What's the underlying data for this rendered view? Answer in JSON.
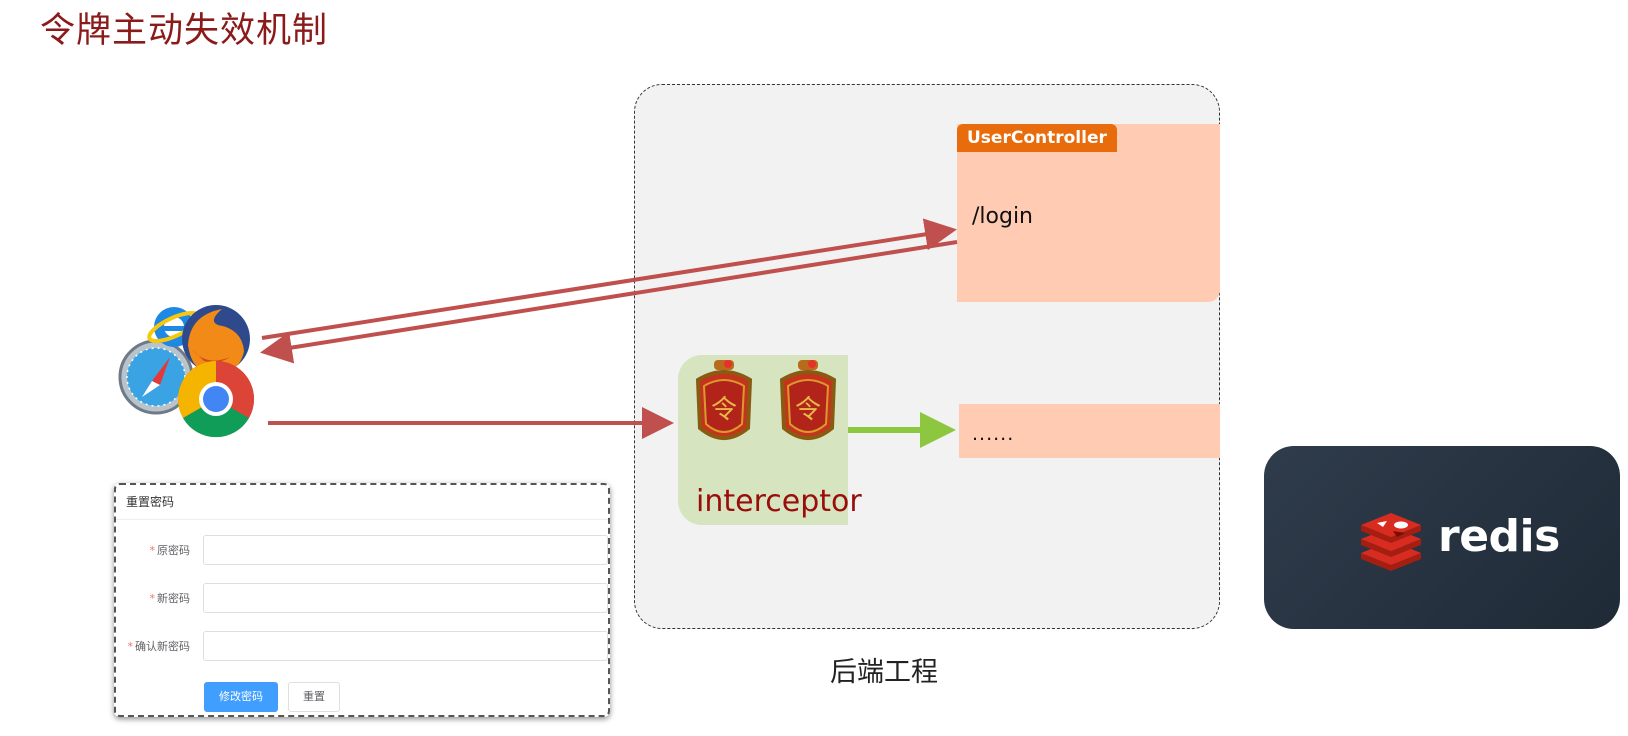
{
  "title": "令牌主动失效机制",
  "backend": {
    "label": "后端工程",
    "controller": {
      "name": "UserController",
      "endpoint": "/login"
    },
    "interceptor": {
      "label": "interceptor"
    },
    "other_endpoint": "......"
  },
  "redis": {
    "label": "redis"
  },
  "browsers": {
    "icons": [
      "internet-explorer-icon",
      "firefox-icon",
      "safari-icon",
      "chrome-icon"
    ]
  },
  "reset_form": {
    "title": "重置密码",
    "fields": [
      {
        "label": "原密码",
        "required": "*",
        "value": ""
      },
      {
        "label": "新密码",
        "required": "*",
        "value": ""
      },
      {
        "label": "确认新密码",
        "required": "*",
        "value": ""
      }
    ],
    "submit_label": "修改密码",
    "reset_label": "重置"
  },
  "colors": {
    "title": "#8b1a1a",
    "arrow_red": "#c0504d",
    "arrow_green": "#8dc63f",
    "controller_tag": "#e86c0c",
    "endpoint_box": "#ffcbb2",
    "interceptor_box": "#d6e4bf",
    "primary_button": "#409eff",
    "redis_brand": "#d82c20"
  }
}
